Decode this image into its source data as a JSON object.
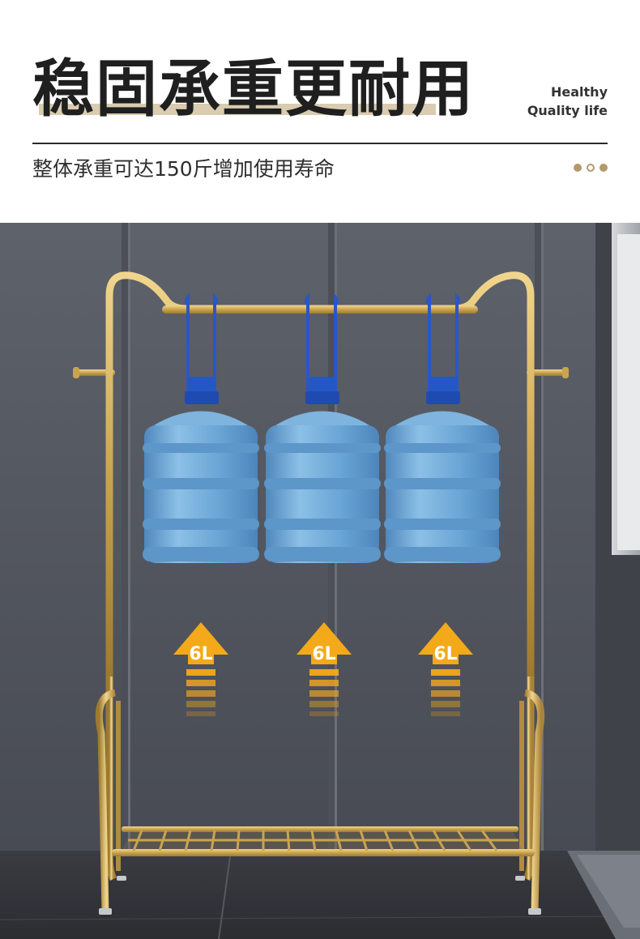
{
  "header": {
    "title": "稳固承重更耐用",
    "tagline_line1": "Healthy",
    "tagline_line2": "Quality life",
    "subtitle": "整体承重可达150斤增加使用寿命"
  },
  "arrows": [
    {
      "label": "6L"
    },
    {
      "label": "6L"
    },
    {
      "label": "6L"
    }
  ],
  "colors": {
    "gold": "#c9a44f",
    "accent_tan": "#b19a6c",
    "wall": "#595d66",
    "bottle_blue": "#6fa6d4",
    "cap_blue": "#2457c5",
    "arrow_orange": "#f3a91a"
  }
}
